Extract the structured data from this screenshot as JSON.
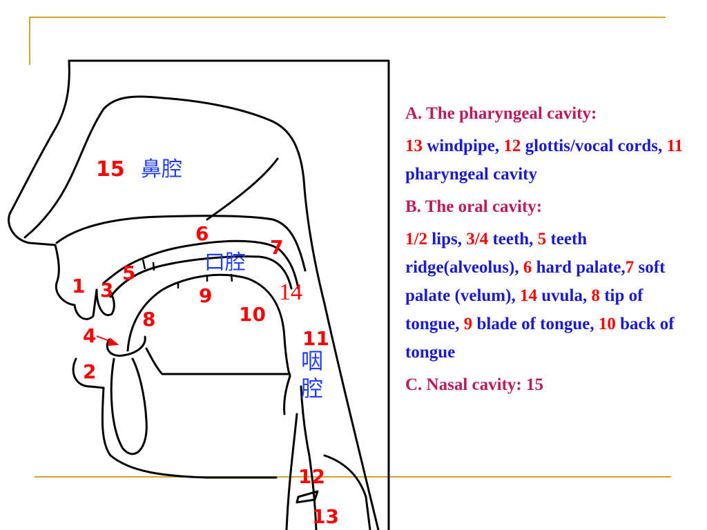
{
  "diagram": {
    "labels": {
      "n1": "1",
      "n2": "2",
      "n3": "3",
      "n4": "4",
      "n5": "5",
      "n6": "6",
      "n7": "7",
      "n8": "8",
      "n9": "9",
      "n10": "10",
      "n11": "11",
      "n12": "12",
      "n13": "13",
      "n14": "14",
      "n15": "15"
    },
    "cjk": {
      "nasal": "鼻腔",
      "oral": "口腔",
      "pharynx_top": "咽",
      "pharynx_bottom": "腔"
    }
  },
  "notes": {
    "a_header": "A. The pharyngeal cavity:",
    "a_n13": "13",
    "a_t13": " windpipe, ",
    "a_n12": "12",
    "a_t12": " glottis/vocal cords, ",
    "a_n11": "11",
    "a_t11": " pharyngeal cavity",
    "b_header": "B. The oral cavity:",
    "b_n12": "1/2",
    "b_t12": " lips, ",
    "b_n34": "3/4",
    "b_t34": " teeth, ",
    "b_n5": "5",
    "b_t5": " teeth ridge(alveolus), ",
    "b_n6": "6",
    "b_t6": " hard palate,",
    "b_n7": "7",
    "b_t7": " soft palate (velum), ",
    "b_n14": "14",
    "b_t14": " uvula, ",
    "b_n8": "8",
    "b_t8": " tip of tongue, ",
    "b_n9": "9",
    "b_t9": " blade of tongue, ",
    "b_n10": "10",
    "b_t10": " back of tongue",
    "c_header": "C. Nasal cavity: 15"
  }
}
